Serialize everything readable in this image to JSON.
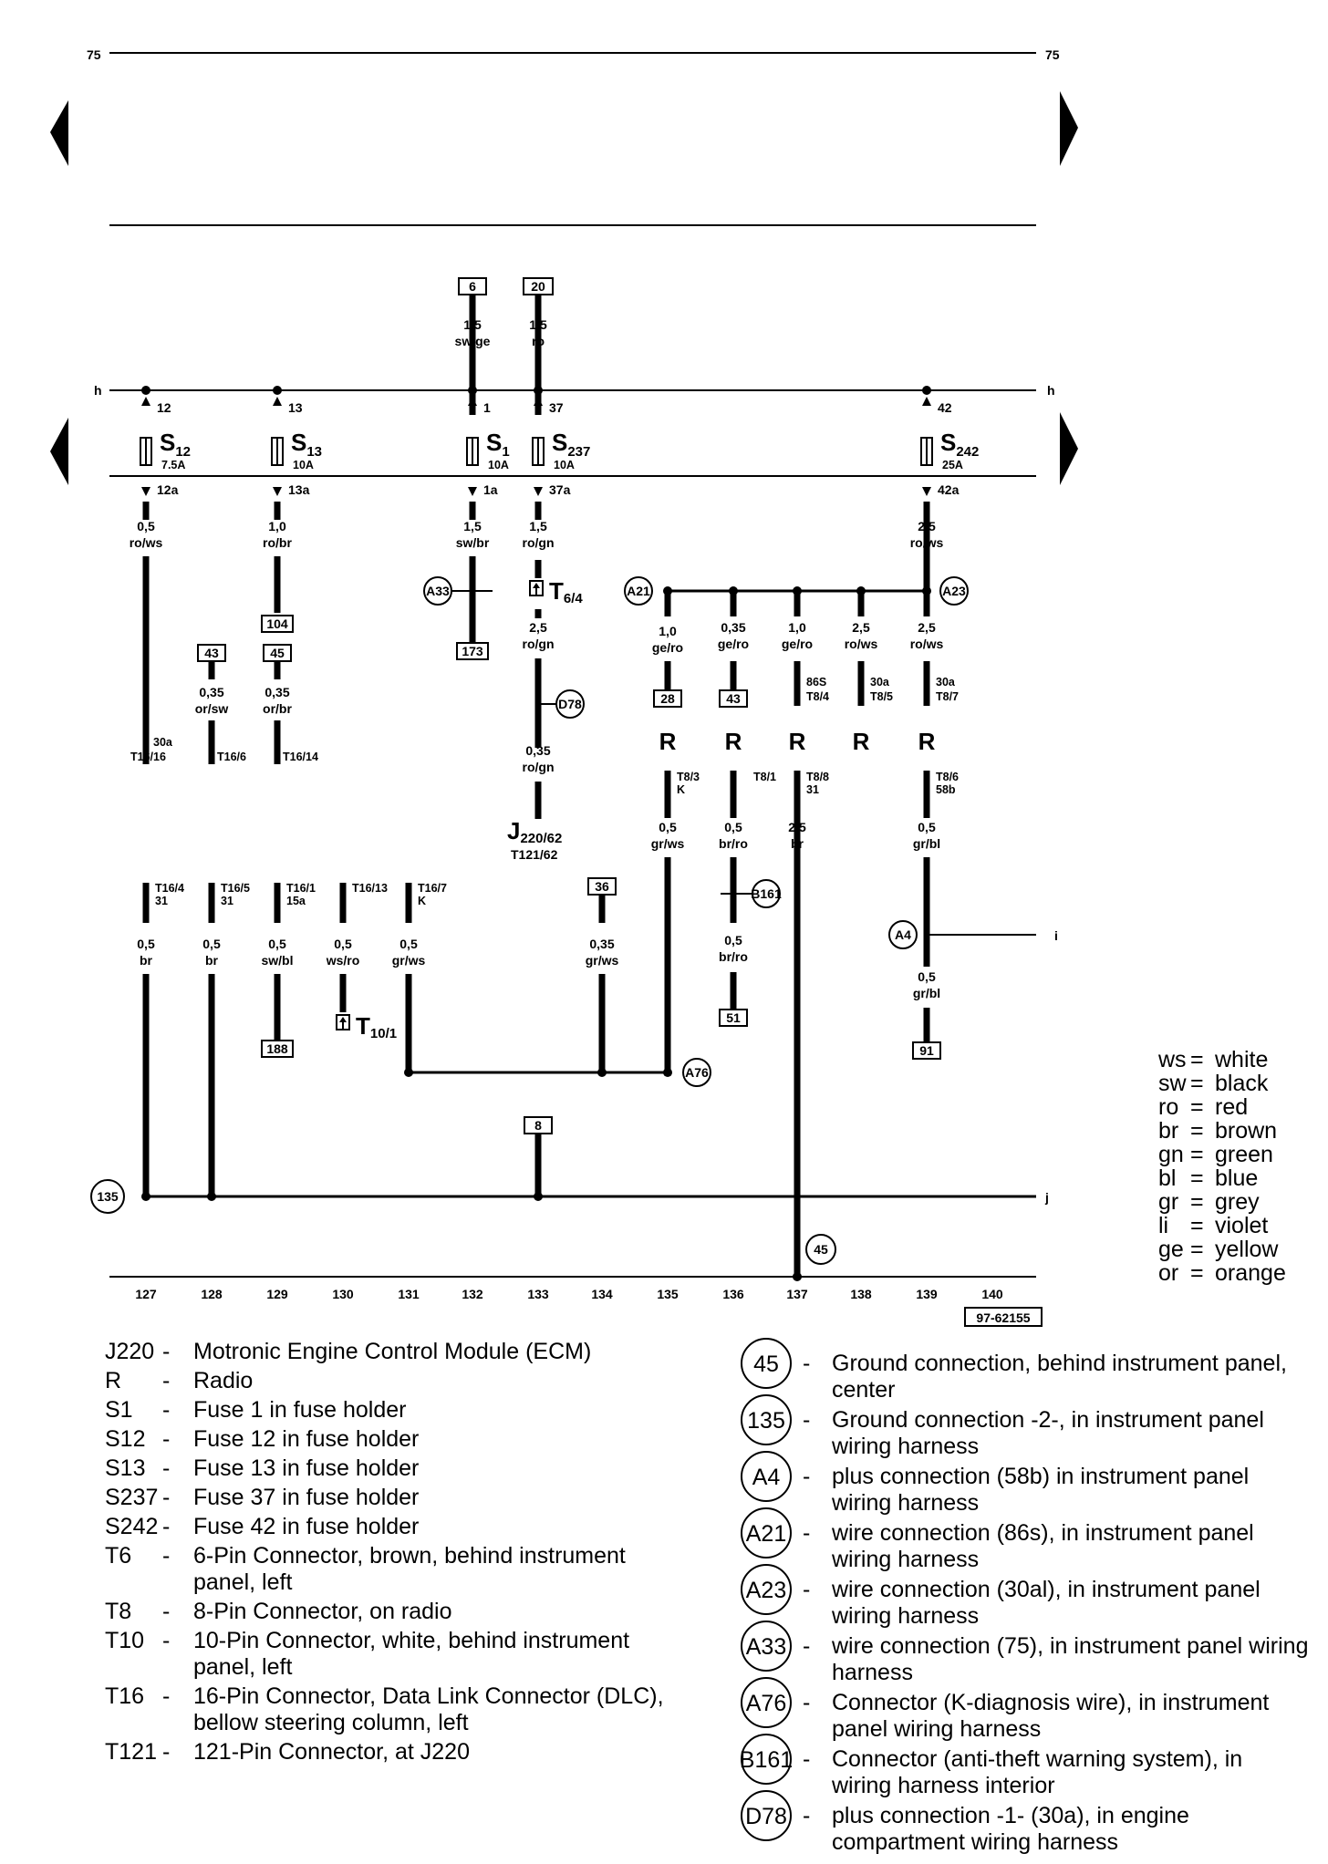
{
  "page": {
    "number_left": "75",
    "number_right": "75",
    "drawing_number": "97-62155"
  },
  "rails": {
    "top": "h",
    "mid": "i",
    "ground": "j"
  },
  "columns": [
    "127",
    "128",
    "129",
    "130",
    "131",
    "132",
    "133",
    "134",
    "135",
    "136",
    "137",
    "138",
    "139",
    "140"
  ],
  "fuses": [
    {
      "id": "S12",
      "name": "S",
      "sub": "12",
      "rating": "7.5A",
      "in": "12",
      "out": "12a"
    },
    {
      "id": "S13",
      "name": "S",
      "sub": "13",
      "rating": "10A",
      "in": "13",
      "out": "13a"
    },
    {
      "id": "S1",
      "name": "S",
      "sub": "1",
      "rating": "10A",
      "in": "1",
      "out": "1a"
    },
    {
      "id": "S237",
      "name": "S",
      "sub": "237",
      "rating": "10A",
      "in": "37",
      "out": "37a"
    },
    {
      "id": "S242",
      "name": "S",
      "sub": "242",
      "rating": "25A",
      "in": "42",
      "out": "42a"
    }
  ],
  "source_boxes": [
    "6",
    "20"
  ],
  "ref_boxes": [
    "104",
    "43",
    "45",
    "173",
    "28",
    "43",
    "36",
    "51",
    "188",
    "91",
    "8"
  ],
  "wires": [
    {
      "size": "1,5",
      "color": "sw/ge"
    },
    {
      "size": "1,5",
      "color": "ro"
    },
    {
      "size": "0,5",
      "color": "ro/ws"
    },
    {
      "size": "1,0",
      "color": "ro/br"
    },
    {
      "size": "1,5",
      "color": "sw/br"
    },
    {
      "size": "1,5",
      "color": "ro/gn"
    },
    {
      "size": "2,5",
      "color": "ro/ws"
    },
    {
      "size": "0,35",
      "color": "or/sw"
    },
    {
      "size": "0,35",
      "color": "or/br"
    },
    {
      "size": "2,5",
      "color": "ro/gn"
    },
    {
      "size": "0,35",
      "color": "ro/gn"
    },
    {
      "size": "1,0",
      "color": "ge/ro"
    },
    {
      "size": "0,35",
      "color": "ge/ro"
    },
    {
      "size": "1,0",
      "color": "ge/ro"
    },
    {
      "size": "2,5",
      "color": "ro/ws"
    },
    {
      "size": "2,5",
      "color": "ro/ws"
    },
    {
      "size": "0,5",
      "color": "gr/ws"
    },
    {
      "size": "0,5",
      "color": "br/ro"
    },
    {
      "size": "2,5",
      "color": "br"
    },
    {
      "size": "0,5",
      "color": "gr/bl"
    },
    {
      "size": "0,5",
      "color": "br"
    },
    {
      "size": "0,5",
      "color": "br"
    },
    {
      "size": "0,5",
      "color": "sw/bl"
    },
    {
      "size": "0,5",
      "color": "ws/ro"
    },
    {
      "size": "0,5",
      "color": "gr/ws"
    },
    {
      "size": "0,35",
      "color": "gr/ws"
    },
    {
      "size": "0,5",
      "color": "br/ro"
    },
    {
      "size": "0,5",
      "color": "gr/bl"
    }
  ],
  "pins": [
    "30a",
    "T16/16",
    "T16/6",
    "T16/14",
    "86S",
    "T8/4",
    "30a",
    "T8/5",
    "30a",
    "T8/7",
    "T8/3",
    "K",
    "T8/1",
    "T8/8",
    "31",
    "T8/6",
    "58b",
    "T16/4",
    "31",
    "T16/5",
    "31",
    "T16/1",
    "15a",
    "T16/13",
    "T16/7",
    "K"
  ],
  "connectors": [
    {
      "name": "T",
      "sub": "6/4"
    },
    {
      "name": "T",
      "sub": "10/1"
    },
    {
      "name": "J",
      "sub": "220/62",
      "line2": "T121/62"
    }
  ],
  "radio_label": "R",
  "circles": [
    "A33",
    "D78",
    "A21",
    "A23",
    "B161",
    "A4",
    "A76",
    "135",
    "45"
  ],
  "color_key": [
    [
      "ws",
      "=",
      "white"
    ],
    [
      "sw",
      "=",
      "black"
    ],
    [
      "ro",
      "=",
      "red"
    ],
    [
      "br",
      "=",
      "brown"
    ],
    [
      "gn",
      "=",
      "green"
    ],
    [
      "bl",
      "=",
      "blue"
    ],
    [
      "gr",
      "=",
      "grey"
    ],
    [
      "li",
      "=",
      "violet"
    ],
    [
      "ge",
      "=",
      "yellow"
    ],
    [
      "or",
      "=",
      "orange"
    ]
  ],
  "legend_left": [
    {
      "code": "J220",
      "dash": "-",
      "lines": [
        "Motronic Engine Control Module (ECM)"
      ]
    },
    {
      "code": "R",
      "dash": "-",
      "lines": [
        "Radio"
      ]
    },
    {
      "code": "S1",
      "dash": "-",
      "lines": [
        "Fuse 1 in fuse holder"
      ]
    },
    {
      "code": "S12",
      "dash": "-",
      "lines": [
        "Fuse 12 in fuse holder"
      ]
    },
    {
      "code": "S13",
      "dash": "-",
      "lines": [
        "Fuse 13 in fuse holder"
      ]
    },
    {
      "code": "S237",
      "dash": "-",
      "lines": [
        "Fuse 37 in fuse holder"
      ]
    },
    {
      "code": "S242",
      "dash": "-",
      "lines": [
        "Fuse 42 in fuse holder"
      ]
    },
    {
      "code": "T6",
      "dash": "-",
      "lines": [
        "6-Pin Connector, brown, behind instrument",
        "panel, left"
      ]
    },
    {
      "code": "T8",
      "dash": "-",
      "lines": [
        "8-Pin Connector, on radio"
      ]
    },
    {
      "code": "T10",
      "dash": "-",
      "lines": [
        "10-Pin Connector, white, behind instrument",
        "panel, left"
      ]
    },
    {
      "code": "T16",
      "dash": "-",
      "lines": [
        "16-Pin Connector, Data Link Connector (DLC),",
        "bellow steering column, left"
      ]
    },
    {
      "code": "T121",
      "dash": "-",
      "lines": [
        "121-Pin Connector, at J220"
      ]
    }
  ],
  "legend_right": [
    {
      "code": "45",
      "dash": "-",
      "lines": [
        "Ground connection, behind instrument panel,",
        "center"
      ]
    },
    {
      "code": "135",
      "dash": "-",
      "lines": [
        "Ground connection -2-, in instrument panel",
        "wiring harness"
      ]
    },
    {
      "code": "A4",
      "dash": "-",
      "lines": [
        "plus connection (58b) in instrument panel",
        "wiring harness"
      ]
    },
    {
      "code": "A21",
      "dash": "-",
      "lines": [
        "wire connection (86s), in instrument panel",
        "wiring harness"
      ]
    },
    {
      "code": "A23",
      "dash": "-",
      "lines": [
        "wire connection (30al), in instrument panel",
        "wiring harness"
      ]
    },
    {
      "code": "A33",
      "dash": "-",
      "lines": [
        "wire connection (75), in instrument panel wiring",
        "harness"
      ]
    },
    {
      "code": "A76",
      "dash": "-",
      "lines": [
        "Connector (K-diagnosis wire), in instrument",
        "panel wiring harness"
      ]
    },
    {
      "code": "B161",
      "dash": "-",
      "lines": [
        "Connector (anti-theft warning system), in",
        "wiring harness interior"
      ]
    },
    {
      "code": "D78",
      "dash": "-",
      "lines": [
        "plus connection -1- (30a), in engine",
        "compartment wiring harness"
      ]
    }
  ]
}
